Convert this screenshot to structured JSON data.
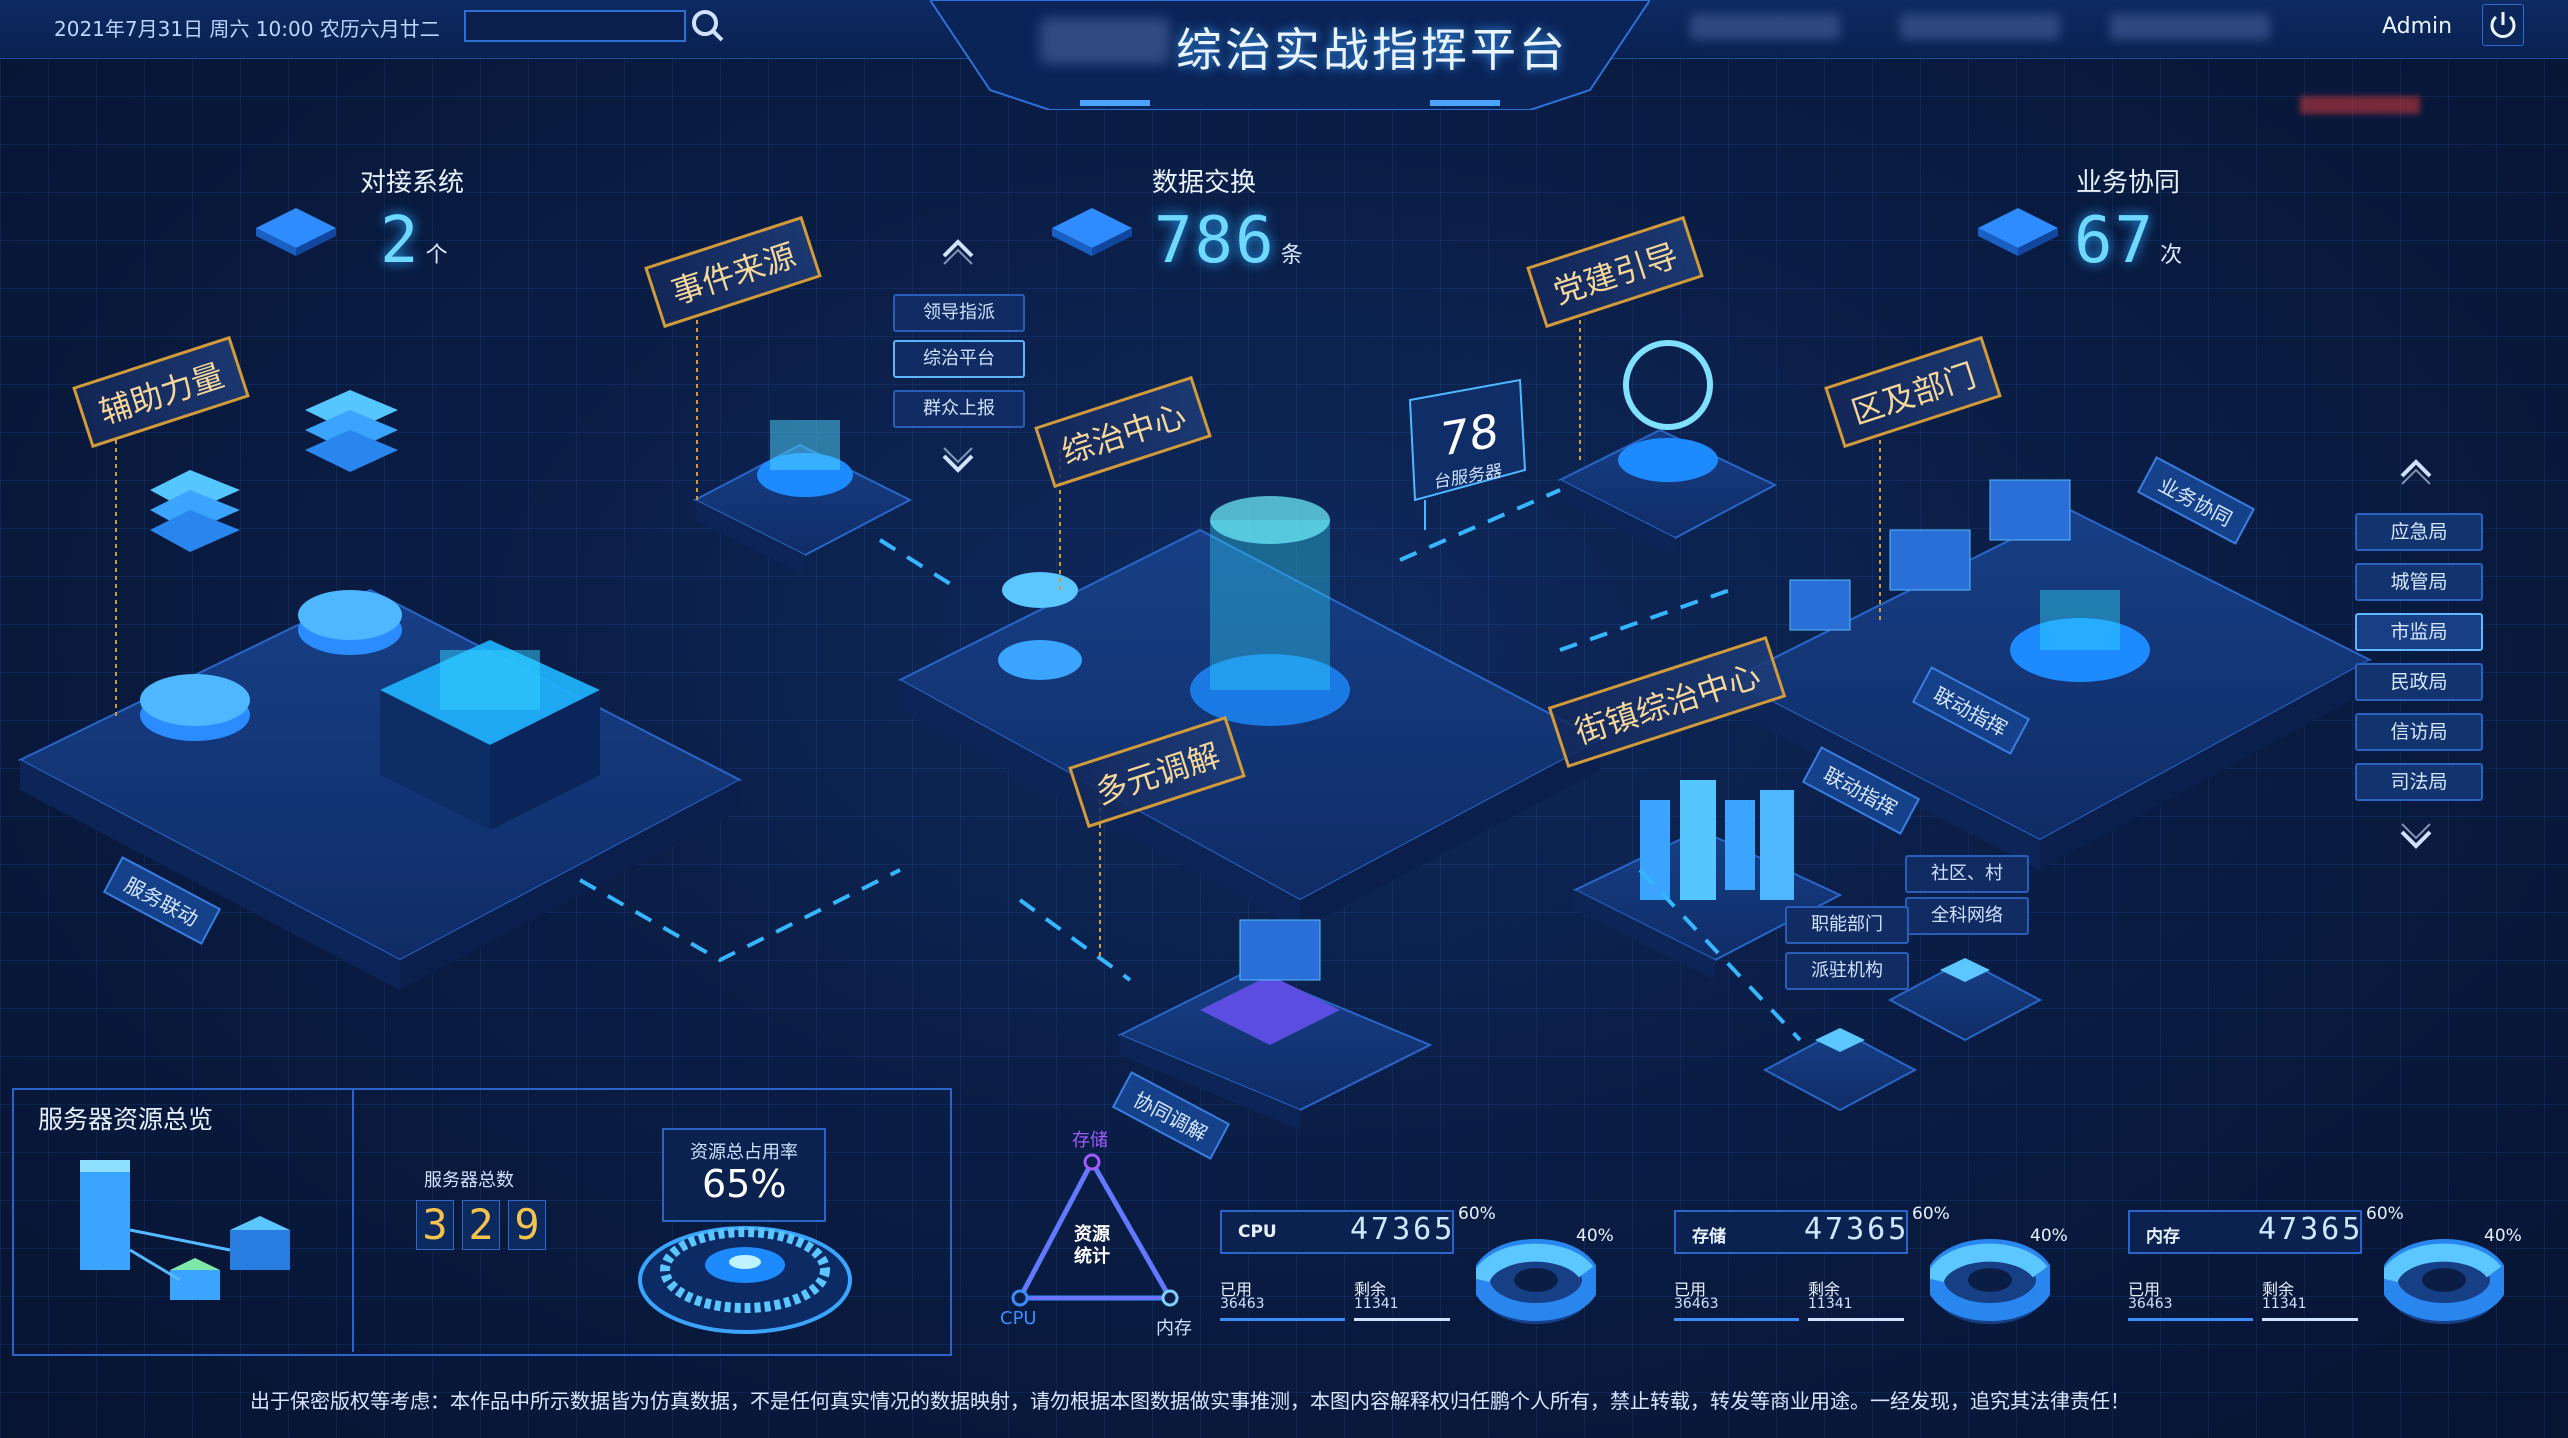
{
  "header": {
    "date": "2021年7月31日  周六  10:00  农历六月廿二",
    "title": "综治实战指挥平台",
    "user": "Admin",
    "search_placeholder": ""
  },
  "stats": [
    {
      "title": "对接系统",
      "value": "2",
      "unit": "个"
    },
    {
      "title": "数据交换",
      "value": "786",
      "unit": "条"
    },
    {
      "title": "业务协同",
      "value": "67",
      "unit": "次"
    }
  ],
  "labels": {
    "aux_force": "辅助力量",
    "event_source": "事件来源",
    "center": "综治中心",
    "party": "党建引导",
    "district": "区及部门",
    "mediation": "多元调解",
    "town_center": "街镇综治中心",
    "service_link": "服务联动",
    "collab_mediation": "协同调解",
    "business_collab": "业务协同",
    "linkage_cmd_1": "联动指挥",
    "linkage_cmd_2": "联动指挥"
  },
  "event_source_items": [
    "领导指派",
    "综治平台",
    "群众上报"
  ],
  "servers": {
    "count": "78",
    "label": "台服务器"
  },
  "dept_list": [
    "应急局",
    "城管局",
    "市监局",
    "民政局",
    "信访局",
    "司法局"
  ],
  "community_items": [
    "社区、村",
    "全科网络"
  ],
  "dept_items": [
    "职能部门",
    "派驻机构"
  ],
  "server_panel": {
    "title": "服务器资源总览",
    "total_label": "服务器总数",
    "total_digits": [
      "3",
      "2",
      "9"
    ],
    "usage_label": "资源总占用率",
    "usage_value": "65%"
  },
  "resource_stats": {
    "center_label": "资源统计",
    "vertices": [
      "存储",
      "CPU",
      "内存"
    ]
  },
  "resources": [
    {
      "name": "CPU",
      "value": "47365",
      "used_label": "已用",
      "used": "36463",
      "left_label": "剩余",
      "left": "11341",
      "pct_a": "60%",
      "pct_b": "40%"
    },
    {
      "name": "存储",
      "value": "47365",
      "used_label": "已用",
      "used": "36463",
      "left_label": "剩余",
      "left": "11341",
      "pct_a": "60%",
      "pct_b": "40%"
    },
    {
      "name": "内存",
      "value": "47365",
      "used_label": "已用",
      "used": "36463",
      "left_label": "剩余",
      "left": "11341",
      "pct_a": "60%",
      "pct_b": "40%"
    }
  ],
  "footer": "出于保密版权等考虑：本作品中所示数据皆为仿真数据，不是任何真实情况的数据映射，请勿根据本图数据做实事推测，本图内容解释权归任鹏个人所有，禁止转载，转发等商业用途。一经发现，追究其法律责任！",
  "colors": {
    "accent": "#6fd8ff",
    "gold": "#d19a3a",
    "frame": "#2b64c8"
  }
}
